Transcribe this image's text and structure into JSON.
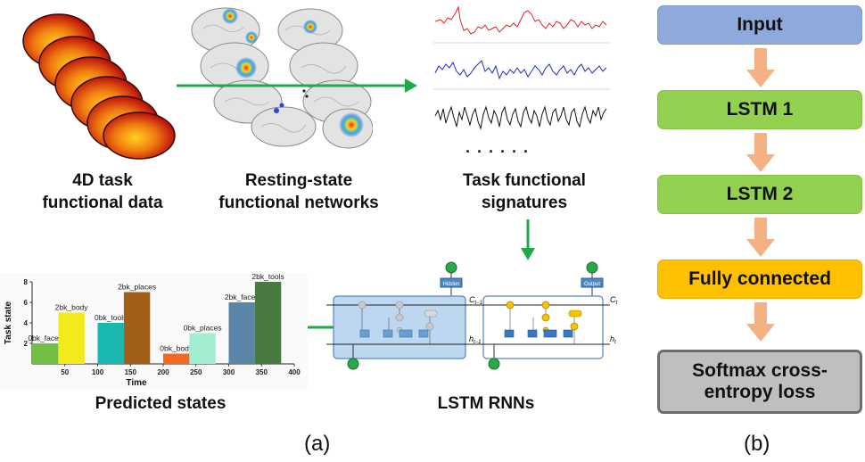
{
  "panel_a": {
    "label": "(a)",
    "captions": {
      "task_data": "4D task\nfunctional data",
      "networks": "Resting-state\nfunctional networks",
      "signatures": "Task functional\nsignatures",
      "predicted": "Predicted states",
      "lstm": "LSTM RNNs"
    },
    "dots": "· · · · · ·"
  },
  "panel_b": {
    "label": "(b)",
    "steps": [
      {
        "label": "Input",
        "color": "#8ea9db",
        "border": "#7f9ccf"
      },
      {
        "label": "LSTM 1",
        "color": "#92d050",
        "border": "#84c044"
      },
      {
        "label": "LSTM 2",
        "color": "#92d050",
        "border": "#84c044"
      },
      {
        "label": "Fully connected",
        "color": "#ffc000",
        "border": "#e8ad00"
      },
      {
        "label": "Softmax cross-\nentropy loss",
        "color": "#bfbfbf",
        "border": "#6e6e6e"
      }
    ],
    "arrow_color": "#f4b183"
  },
  "lstm_cells": {
    "output_labels": [
      "Hidden",
      "Output"
    ],
    "c_prev": "C",
    "c_prev_sub": "t−1",
    "c_next": "C",
    "c_next_sub": "t",
    "h_prev": "h",
    "h_prev_sub": "t−1",
    "h_next": "h",
    "h_next_sub": "t"
  },
  "chart_data": {
    "type": "bar",
    "title": "",
    "xlabel": "Time",
    "ylabel": "Task state",
    "xlim": [
      0,
      400
    ],
    "ylim": [
      0,
      8
    ],
    "x_ticks": [
      50,
      100,
      150,
      200,
      250,
      300,
      350,
      400
    ],
    "y_ticks": [
      2,
      4,
      6,
      8
    ],
    "bars": [
      {
        "label": "0bk_faces",
        "x_start": 0,
        "x_end": 40,
        "value": 2,
        "color": "#72bf44"
      },
      {
        "label": "2bk_body",
        "x_start": 40,
        "x_end": 80,
        "value": 5,
        "color": "#f2ea1a"
      },
      {
        "label": "0bk_tools",
        "x_start": 100,
        "x_end": 140,
        "value": 4,
        "color": "#19b7b0"
      },
      {
        "label": "2bk_places",
        "x_start": 140,
        "x_end": 180,
        "value": 7,
        "color": "#a25f18"
      },
      {
        "label": "0bk_body",
        "x_start": 200,
        "x_end": 240,
        "value": 1,
        "color": "#f26722"
      },
      {
        "label": "0bk_places",
        "x_start": 240,
        "x_end": 280,
        "value": 3,
        "color": "#a3eed0"
      },
      {
        "label": "2bk_faces",
        "x_start": 300,
        "x_end": 340,
        "value": 6,
        "color": "#5a85a6"
      },
      {
        "label": "2bk_tools",
        "x_start": 340,
        "x_end": 380,
        "value": 8,
        "color": "#497a3f"
      }
    ]
  },
  "colors": {
    "green_arrow": "#1faa4a",
    "red_signal": "#e0242a",
    "blue_signal": "#2129c8",
    "black_signal": "#111111",
    "lstm_fill": "#bcd7ef",
    "gate_yellow": "#f5c400"
  }
}
